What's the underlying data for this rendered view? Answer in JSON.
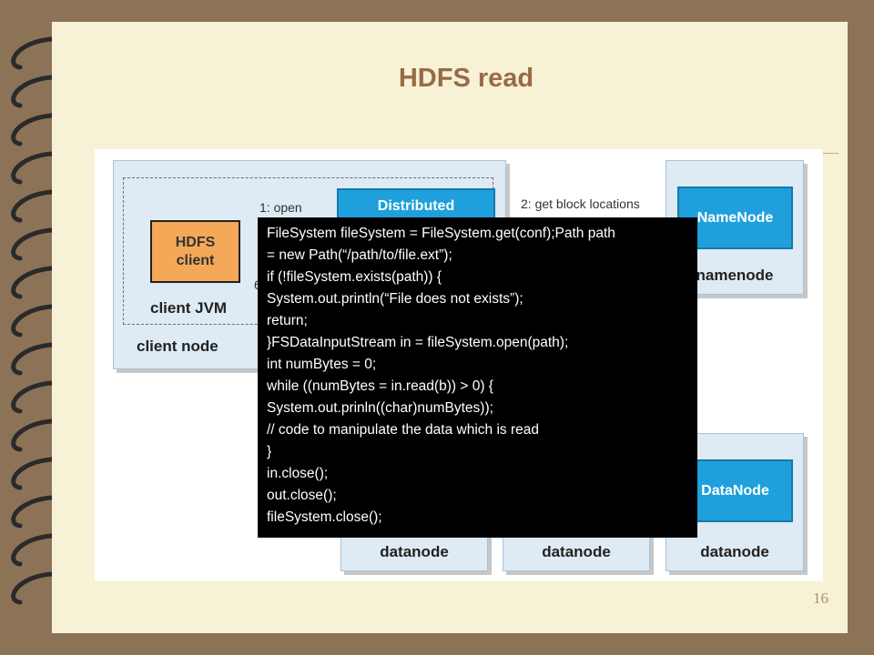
{
  "slide": {
    "title": "HDFS read",
    "number": "16"
  },
  "diagram": {
    "client_node_label": "client node",
    "client_jvm_label": "client JVM",
    "hdfs_client_label": [
      "HDFS",
      "client"
    ],
    "distributed_label": "Distributed",
    "namenode_box_label": "NameNode",
    "namenode_label": "namenode",
    "datanode_box_label": "DataNode",
    "datanode_labels": [
      "datanode",
      "datanode",
      "datanode"
    ],
    "step_open": "1: open",
    "step_get_blocks": "2: get block locations",
    "step_partial": "6"
  },
  "code": {
    "lines": [
      "FileSystem fileSystem = FileSystem.get(conf);Path path",
      "= new Path(“/path/to/file.ext”);",
      "if (!fileSystem.exists(path)) {",
      "System.out.println(“File does not exists”);",
      "return;",
      "}FSDataInputStream in = fileSystem.open(path);",
      "int numBytes = 0;",
      "while ((numBytes = in.read(b)) > 0) {",
      "System.out.prinln((char)numBytes));",
      "// code to manipulate the data which is read",
      "",
      "}",
      "in.close();",
      "out.close();",
      "fileSystem.close();"
    ]
  },
  "colors": {
    "background": "#8c7358",
    "page": "#f7f2d6",
    "title": "#9a6a47",
    "node_blue": "#1fa0dc",
    "client_orange": "#f5a857"
  }
}
